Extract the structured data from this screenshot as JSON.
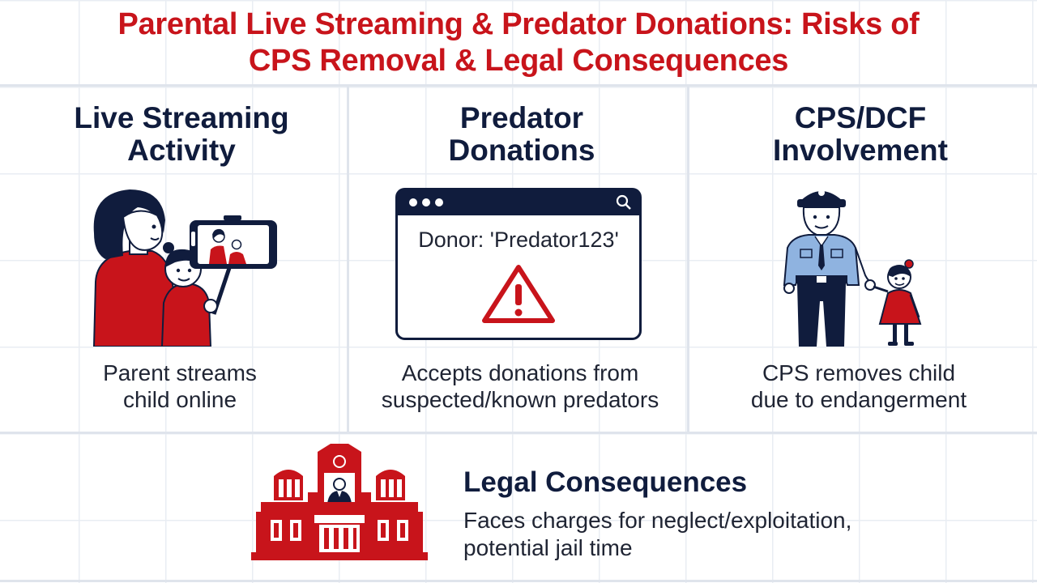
{
  "title_line1": "Parental Live Streaming & Predator Donations: Risks of",
  "title_line2": "CPS Removal & Legal Consequences",
  "columns": [
    {
      "heading_line1": "Live Streaming",
      "heading_line2": "Activity",
      "desc_line1": "Parent streams",
      "desc_line2": "child online"
    },
    {
      "heading_line1": "Predator",
      "heading_line2": "Donations",
      "desc_line1": "Accepts donations from",
      "desc_line2": "suspected/known predators",
      "window_text": "Donor: 'Predator123'"
    },
    {
      "heading_line1": "CPS/DCF",
      "heading_line2": "Involvement",
      "desc_line1": "CPS removes child",
      "desc_line2": "due to endangerment"
    }
  ],
  "legal": {
    "heading": "Legal Consequences",
    "desc_line1": "Faces charges for neglect/exploitation,",
    "desc_line2": "potential jail time"
  },
  "colors": {
    "accent_red": "#c8141b",
    "navy": "#101c3d",
    "police_blue": "#8fb3e0"
  },
  "icons": [
    "parent-streaming-illustration",
    "browser-window-icon",
    "warning-icon",
    "police-officer-illustration",
    "child-icon",
    "courthouse-icon"
  ]
}
